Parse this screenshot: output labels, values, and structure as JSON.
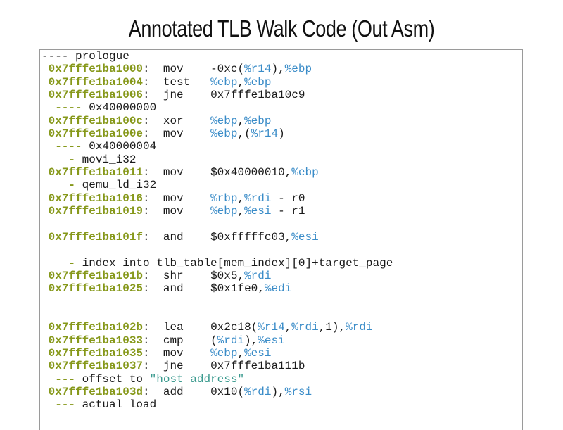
{
  "title": "Annotated TLB Walk Code (Out Asm)",
  "colors": {
    "address": "#86981a",
    "register": "#3a8cc8",
    "string": "#3a9a8e",
    "text": "#1a1a1a",
    "border": "#9a9a9a"
  },
  "lines": [
    {
      "type": "comment",
      "indent": "",
      "marker": "----",
      "marker_plain": true,
      "text": " prologue"
    },
    {
      "type": "insn",
      "addr": "0x7fffe1ba1000",
      "op": "mov",
      "args": [
        [
          "-0xc(",
          ""
        ],
        [
          "%r14",
          "reg"
        ],
        [
          "),",
          ""
        ],
        [
          "%ebp",
          "reg"
        ]
      ]
    },
    {
      "type": "insn",
      "addr": "0x7fffe1ba1004",
      "op": "test",
      "args": [
        [
          "%ebp",
          "reg"
        ],
        [
          ",",
          ""
        ],
        [
          "%ebp",
          "reg"
        ]
      ]
    },
    {
      "type": "insn",
      "addr": "0x7fffe1ba1006",
      "op": "jne",
      "args": [
        [
          "0x7fffe1ba10c9",
          ""
        ]
      ]
    },
    {
      "type": "comment",
      "indent": "  ",
      "marker": "----",
      "text": " 0x40000000"
    },
    {
      "type": "insn",
      "addr": "0x7fffe1ba100c",
      "op": "xor",
      "args": [
        [
          "%ebp",
          "reg"
        ],
        [
          ",",
          ""
        ],
        [
          "%ebp",
          "reg"
        ]
      ]
    },
    {
      "type": "insn",
      "addr": "0x7fffe1ba100e",
      "op": "mov",
      "args": [
        [
          "%ebp",
          "reg"
        ],
        [
          ",(",
          ""
        ],
        [
          "%r14",
          "reg"
        ],
        [
          ")",
          ""
        ]
      ]
    },
    {
      "type": "comment",
      "indent": "  ",
      "marker": "----",
      "text": " 0x40000004"
    },
    {
      "type": "comment",
      "indent": "    ",
      "marker": "-",
      "text": " movi_i32"
    },
    {
      "type": "insn",
      "addr": "0x7fffe1ba1011",
      "op": "mov",
      "args": [
        [
          "$0x40000010,",
          ""
        ],
        [
          "%ebp",
          "reg"
        ]
      ]
    },
    {
      "type": "comment",
      "indent": "    ",
      "marker": "-",
      "text": " qemu_ld_i32"
    },
    {
      "type": "insn",
      "addr": "0x7fffe1ba1016",
      "op": "mov",
      "args": [
        [
          "%rbp",
          "reg"
        ],
        [
          ",",
          ""
        ],
        [
          "%rdi",
          "reg"
        ],
        [
          " - r0",
          ""
        ]
      ]
    },
    {
      "type": "insn",
      "addr": "0x7fffe1ba1019",
      "op": "mov",
      "args": [
        [
          "%ebp",
          "reg"
        ],
        [
          ",",
          ""
        ],
        [
          "%esi",
          "reg"
        ],
        [
          " - r1",
          ""
        ]
      ]
    },
    {
      "type": "blank"
    },
    {
      "type": "insn",
      "addr": "0x7fffe1ba101f",
      "op": "and",
      "args": [
        [
          "$0xfffffc03,",
          ""
        ],
        [
          "%esi",
          "reg"
        ]
      ]
    },
    {
      "type": "blank"
    },
    {
      "type": "comment",
      "indent": "    ",
      "marker": "-",
      "text": " index into tlb_table[mem_index][0]+target_page"
    },
    {
      "type": "insn",
      "addr": "0x7fffe1ba101b",
      "op": "shr",
      "args": [
        [
          "$0x5,",
          ""
        ],
        [
          "%rdi",
          "reg"
        ]
      ]
    },
    {
      "type": "insn",
      "addr": "0x7fffe1ba1025",
      "op": "and",
      "args": [
        [
          "$0x1fe0,",
          ""
        ],
        [
          "%edi",
          "reg"
        ]
      ]
    },
    {
      "type": "blank"
    },
    {
      "type": "blank"
    },
    {
      "type": "insn",
      "addr": "0x7fffe1ba102b",
      "op": "lea",
      "args": [
        [
          "0x2c18(",
          ""
        ],
        [
          "%r14",
          "reg"
        ],
        [
          ",",
          ""
        ],
        [
          "%rdi",
          "reg"
        ],
        [
          ",1),",
          ""
        ],
        [
          "%rdi",
          "reg"
        ]
      ]
    },
    {
      "type": "insn",
      "addr": "0x7fffe1ba1033",
      "op": "cmp",
      "args": [
        [
          "(",
          ""
        ],
        [
          "%rdi",
          "reg"
        ],
        [
          "),",
          ""
        ],
        [
          "%esi",
          "reg"
        ]
      ]
    },
    {
      "type": "insn",
      "addr": "0x7fffe1ba1035",
      "op": "mov",
      "args": [
        [
          "%ebp",
          "reg"
        ],
        [
          ",",
          ""
        ],
        [
          "%esi",
          "reg"
        ]
      ]
    },
    {
      "type": "insn",
      "addr": "0x7fffe1ba1037",
      "op": "jne",
      "args": [
        [
          "0x7fffe1ba111b",
          ""
        ]
      ]
    },
    {
      "type": "comment",
      "indent": "  ",
      "marker": "---",
      "text": " offset to ",
      "str": "\"host address\""
    },
    {
      "type": "insn",
      "addr": "0x7fffe1ba103d",
      "op": "add",
      "args": [
        [
          "0x10(",
          ""
        ],
        [
          "%rdi",
          "reg"
        ],
        [
          "),",
          ""
        ],
        [
          "%rsi",
          "reg"
        ]
      ]
    },
    {
      "type": "comment",
      "indent": "  ",
      "marker": "---",
      "text": " actual load"
    }
  ]
}
